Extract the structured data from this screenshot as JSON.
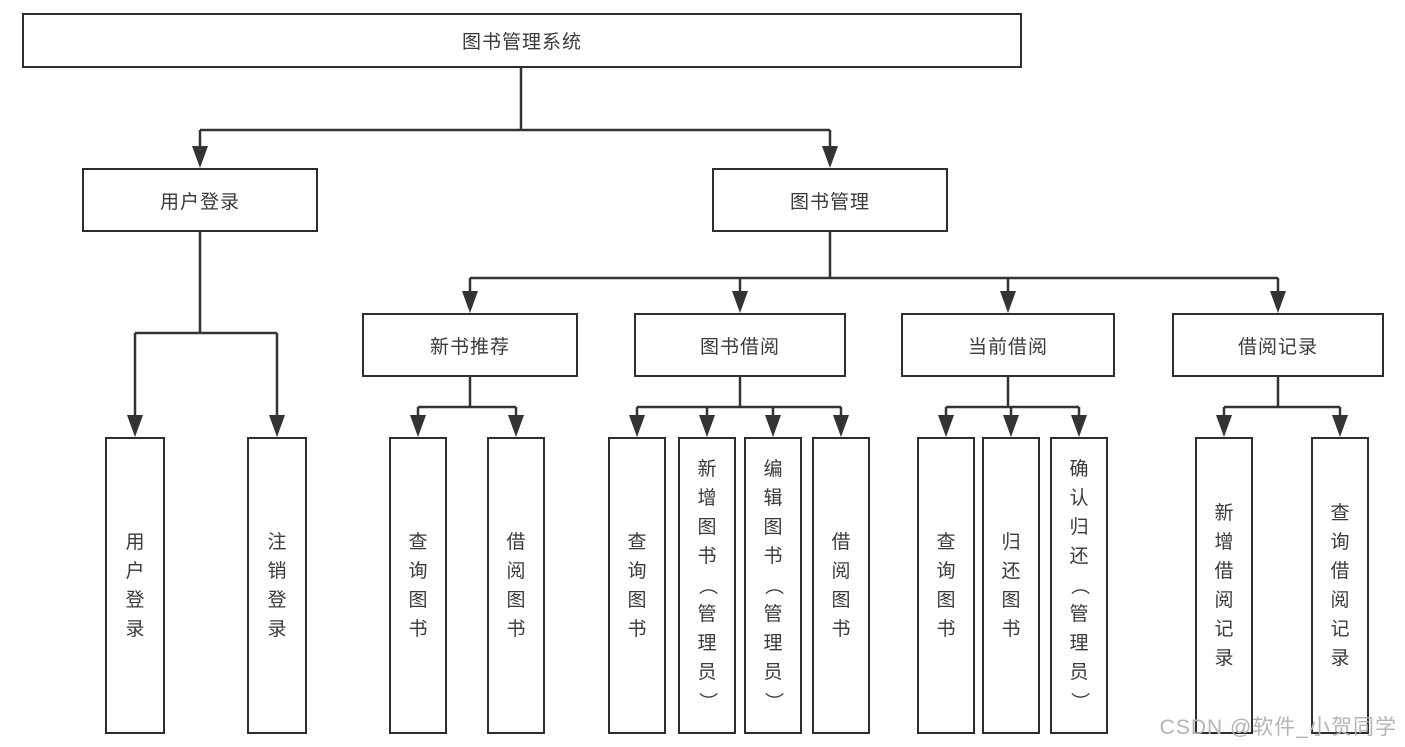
{
  "root": {
    "label": "图书管理系统"
  },
  "level2": {
    "user_login": {
      "label": "用户登录"
    },
    "book_management": {
      "label": "图书管理"
    }
  },
  "level3": {
    "new_book_recommend": {
      "label": "新书推荐"
    },
    "book_borrowing": {
      "label": "图书借阅"
    },
    "current_borrowing": {
      "label": "当前借阅"
    },
    "borrowing_records": {
      "label": "借阅记录"
    }
  },
  "leaves": {
    "user_login": {
      "label": "用户登录"
    },
    "logout": {
      "label": "注销登录"
    },
    "rec_query_books": {
      "label": "查询图书"
    },
    "rec_borrow_books": {
      "label": "借阅图书"
    },
    "bor_query_books": {
      "label": "查询图书"
    },
    "bor_add_book_admin": {
      "label": "新增图书（管理员）"
    },
    "bor_edit_book_admin": {
      "label": "编辑图书（管理员）"
    },
    "bor_borrow_books": {
      "label": "借阅图书"
    },
    "cur_query_books": {
      "label": "查询图书"
    },
    "cur_return_books": {
      "label": "归还图书"
    },
    "cur_confirm_return_admin": {
      "label": "确认归还（管理员）"
    },
    "log_add_borrow_record": {
      "label": "新增借阅记录"
    },
    "log_query_borrow_record": {
      "label": "查询借阅记录"
    }
  },
  "watermark": "CSDN @软件_小贺同学",
  "colors": {
    "line": "#333333",
    "box_border": "#2e2e2e",
    "text": "#3a3a3a",
    "watermark": "#b4b4b4",
    "background": "#ffffff"
  }
}
